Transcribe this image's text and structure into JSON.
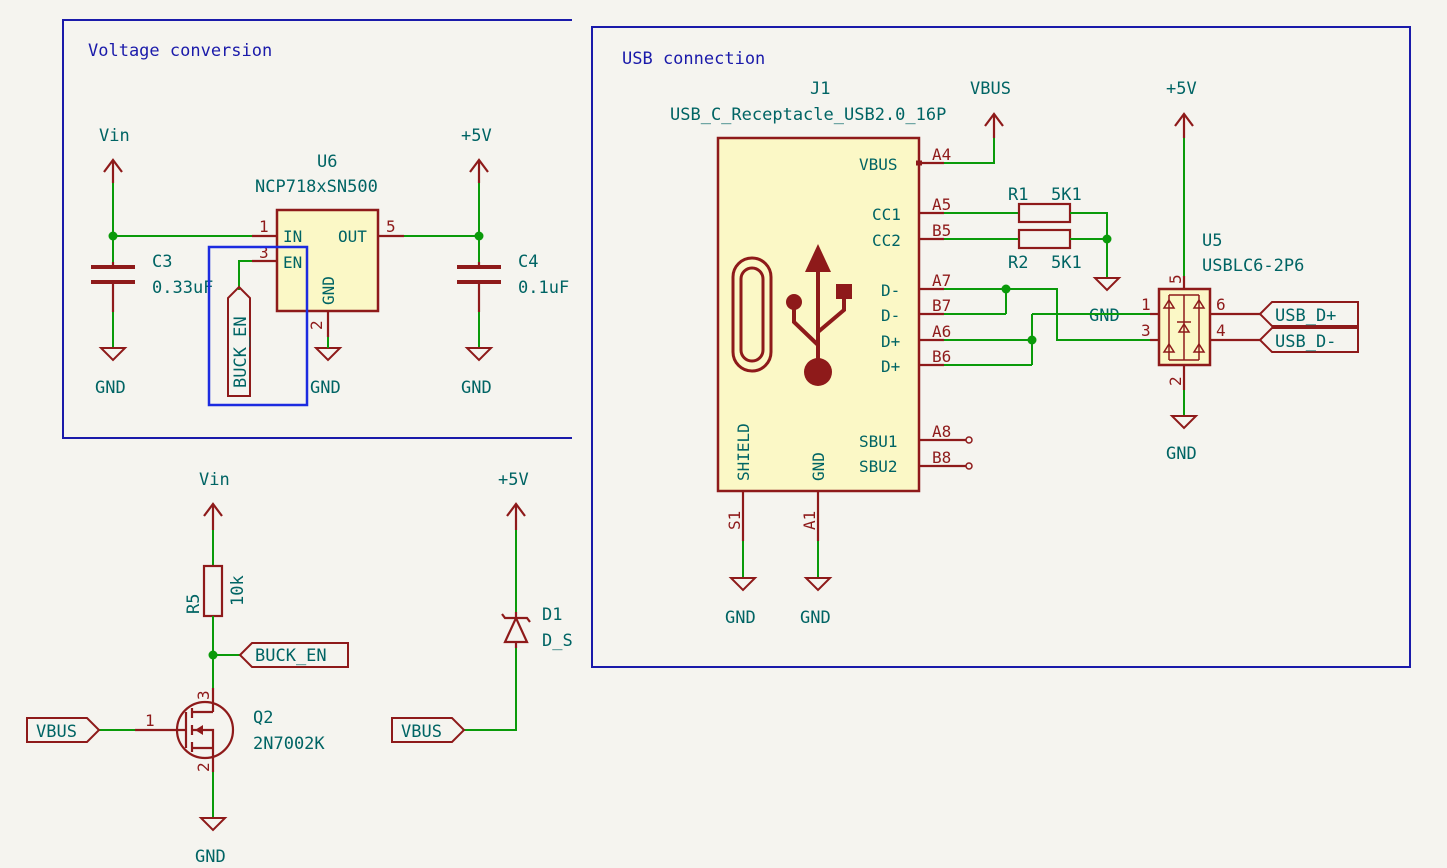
{
  "sections": {
    "voltage": "Voltage conversion",
    "usb": "USB connection"
  },
  "power": {
    "vin": "Vin",
    "p5v": "+5V",
    "vbus": "VBUS",
    "gnd": "GND"
  },
  "u6": {
    "ref": "U6",
    "value": "NCP718xSN500",
    "pin_in": "IN",
    "pin_en": "EN",
    "pin_out": "OUT",
    "pin_gnd": "GND",
    "n1": "1",
    "n3": "3",
    "n5": "5",
    "n2": "2"
  },
  "c3": {
    "ref": "C3",
    "value": "0.33uF"
  },
  "c4": {
    "ref": "C4",
    "value": "0.1uF"
  },
  "j1": {
    "ref": "J1",
    "value": "USB_C_Receptacle_USB2.0_16P",
    "pins": {
      "vbus": "VBUS",
      "cc1": "CC1",
      "cc2": "CC2",
      "dm1": "D-",
      "dm2": "D-",
      "dp1": "D+",
      "dp2": "D+",
      "sbu1": "SBU1",
      "sbu2": "SBU2",
      "shield": "SHIELD",
      "gnd": "GND"
    },
    "nums": {
      "a4": "A4",
      "a5": "A5",
      "b5": "B5",
      "a7": "A7",
      "b7": "B7",
      "a6": "A6",
      "b6": "B6",
      "a8": "A8",
      "b8": "B8",
      "s1": "S1",
      "a1": "A1"
    }
  },
  "r1": {
    "ref": "R1",
    "value": "5K1"
  },
  "r2": {
    "ref": "R2",
    "value": "5K1"
  },
  "u5": {
    "ref": "U5",
    "value": "USBLC6-2P6",
    "n1": "1",
    "n2": "2",
    "n3": "3",
    "n4": "4",
    "n5": "5",
    "n6": "6"
  },
  "r5": {
    "ref": "R5",
    "value": "10k"
  },
  "q2": {
    "ref": "Q2",
    "value": "2N7002K",
    "n1": "1",
    "n2": "2",
    "n3": "3"
  },
  "d1": {
    "ref": "D1",
    "value": "D_S"
  },
  "labels": {
    "buck_en": "BUCK_EN",
    "usb_dp": "USB_D+",
    "usb_dm": "USB_D-",
    "vbus": "VBUS"
  }
}
